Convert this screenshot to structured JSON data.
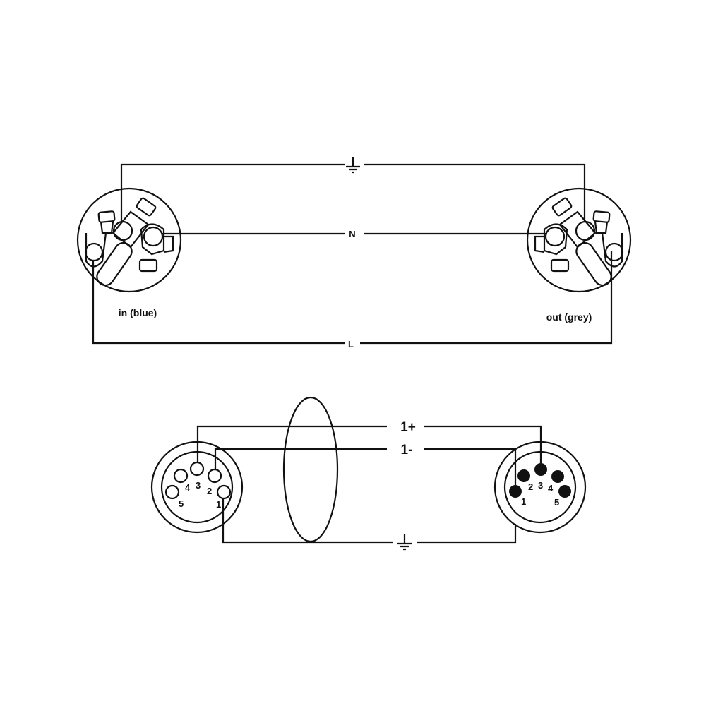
{
  "top": {
    "ground_label": "",
    "neutral_label": "N",
    "line_label": "L",
    "in_label": "in (blue)",
    "out_label": "out (grey)"
  },
  "bottom": {
    "pos_label": "1+",
    "neg_label": "1-",
    "left_pins": [
      "1",
      "2",
      "3",
      "4",
      "5"
    ],
    "right_pins": [
      "1",
      "2",
      "3",
      "4",
      "5"
    ]
  },
  "colors": {
    "line": "#111111",
    "background": "#ffffff"
  }
}
